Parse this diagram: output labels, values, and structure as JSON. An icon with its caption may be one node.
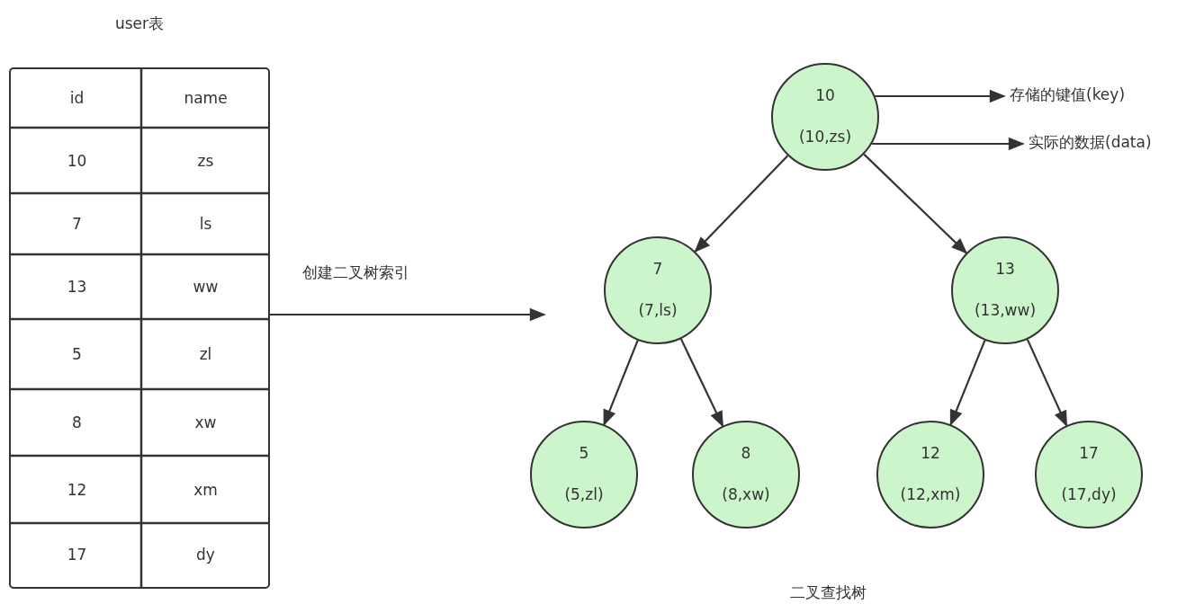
{
  "diagram": {
    "nodes": [
      {
        "text": [
          "user表"
        ]
      },
      {
        "text": [
          "10",
          "(10,zs)"
        ]
      },
      {
        "text": [
          "7",
          "(7,ls)"
        ]
      },
      {
        "text": [
          "13",
          "(13,ww)"
        ]
      },
      {
        "text": [
          "5",
          "(5,zl)"
        ]
      },
      {
        "text": [
          "8",
          "(8,xw)"
        ]
      },
      {
        "text": [
          "12",
          "(12,xm)"
        ]
      },
      {
        "text": [
          "17",
          "(17,dy)"
        ]
      },
      {
        "text": [
          "存储的键值(key)"
        ]
      },
      {
        "text": [
          "实际的数据(data)"
        ]
      }
    ],
    "edges": [
      {
        "from": 0,
        "to": null,
        "arrow": "to",
        "label": "创建二叉树索引"
      },
      {
        "from": 1,
        "to": 8,
        "arrow": "to"
      },
      {
        "from": 1,
        "to": 9,
        "arrow": "to"
      },
      {
        "from": 1,
        "to": 2,
        "arrow": "to"
      },
      {
        "from": 1,
        "to": 3,
        "arrow": "to"
      },
      {
        "from": 2,
        "to": 4,
        "arrow": "to"
      },
      {
        "from": 2,
        "to": 5,
        "arrow": "to"
      },
      {
        "from": 3,
        "to": 6,
        "arrow": "to"
      },
      {
        "from": 3,
        "to": 7,
        "arrow": "to"
      }
    ],
    "labels": [
      "id",
      "name",
      "10",
      "zs",
      "7",
      "ls",
      "13",
      "ww",
      "5",
      "zl",
      "8",
      "xw",
      "12",
      "xm",
      "17",
      "dy",
      "二叉查找树"
    ]
  }
}
